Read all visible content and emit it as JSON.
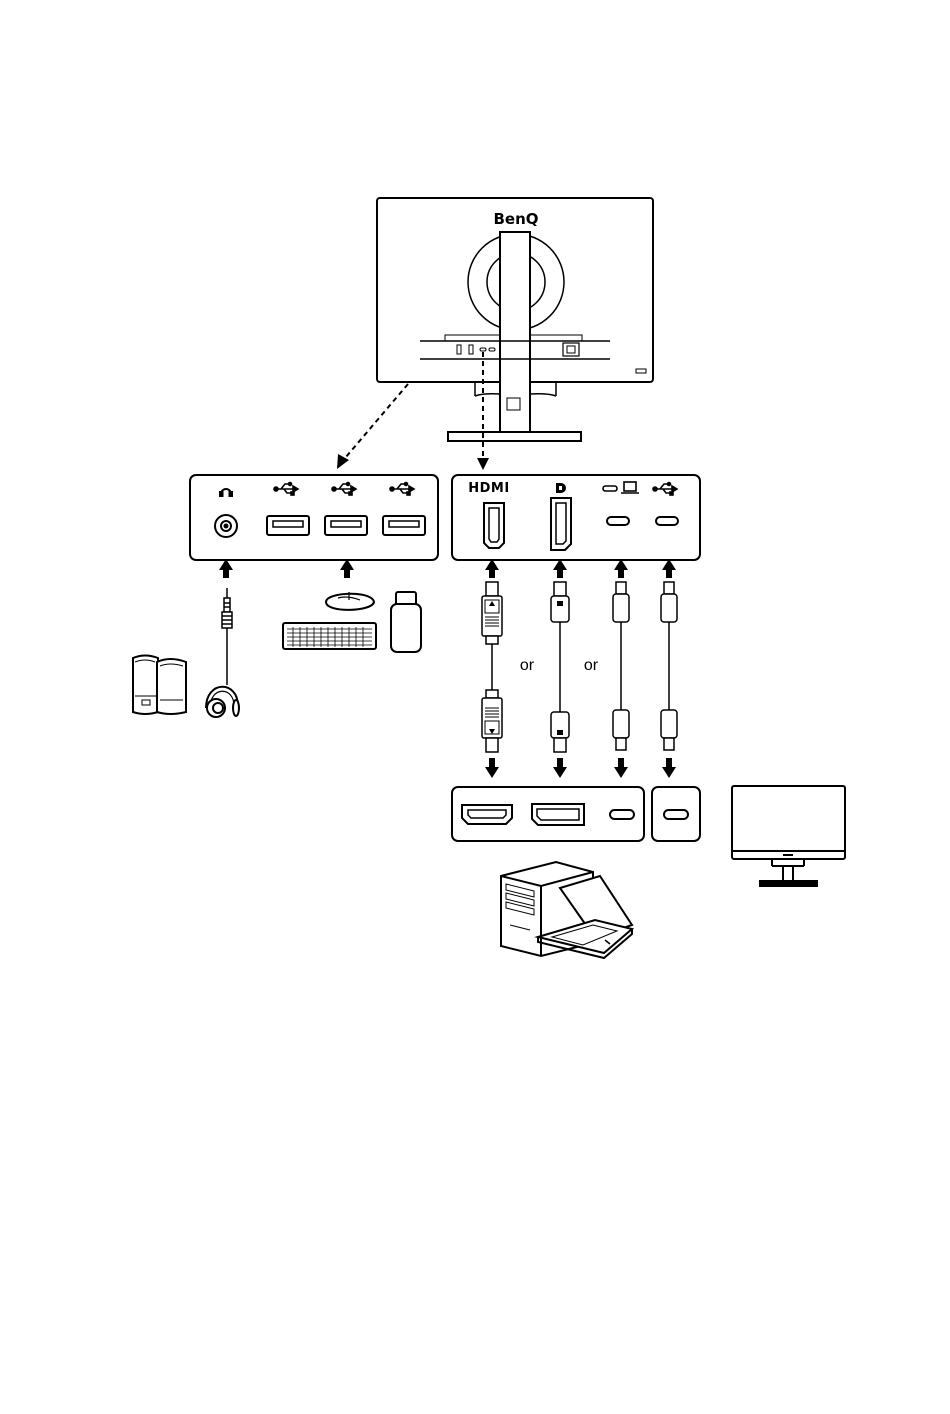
{
  "monitor_back": {
    "brand": "BenQ"
  },
  "port_panel_right": {
    "hdmi_label": "HDMI"
  },
  "cable_choice": {
    "or_1": "or",
    "or_2": "or"
  },
  "icons": [
    "headphone-icon",
    "usb-icon",
    "displayport-icon",
    "usb-c-laptop-icon",
    "speakers-icon",
    "headphones-icon",
    "mouse-icon",
    "keyboard-icon",
    "usb-dongle-icon",
    "desktop-pc-icon",
    "laptop-icon",
    "second-monitor-icon",
    "arrow-up-icon",
    "arrow-down-icon"
  ]
}
